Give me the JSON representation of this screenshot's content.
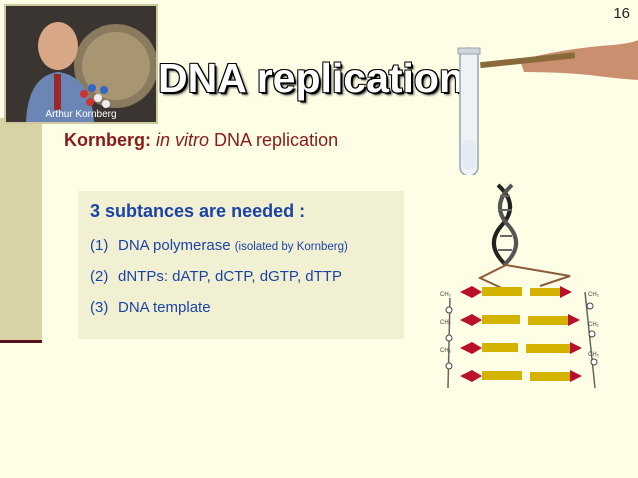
{
  "slide": {
    "number": "16",
    "title": "DNA replication",
    "photo_caption": "Arthur Kornberg",
    "subtitle": {
      "bold": "Kornberg:",
      "italic": "in vitro",
      "rest": " DNA replication"
    },
    "box": {
      "heading": "3 subtances are needed :",
      "items": [
        {
          "num": "(1)",
          "text": "DNA polymerase ",
          "small": "(isolated by Kornberg)"
        },
        {
          "num": "(2)",
          "text": "dNTPs: dATP, dCTP, dGTP, dTTP"
        },
        {
          "num": "(3)",
          "text": "DNA template"
        }
      ]
    },
    "diagram_labels": [
      "CH₂",
      "CH₂",
      "CH₂",
      "CH₂",
      "CH₂",
      "CH₂"
    ]
  }
}
